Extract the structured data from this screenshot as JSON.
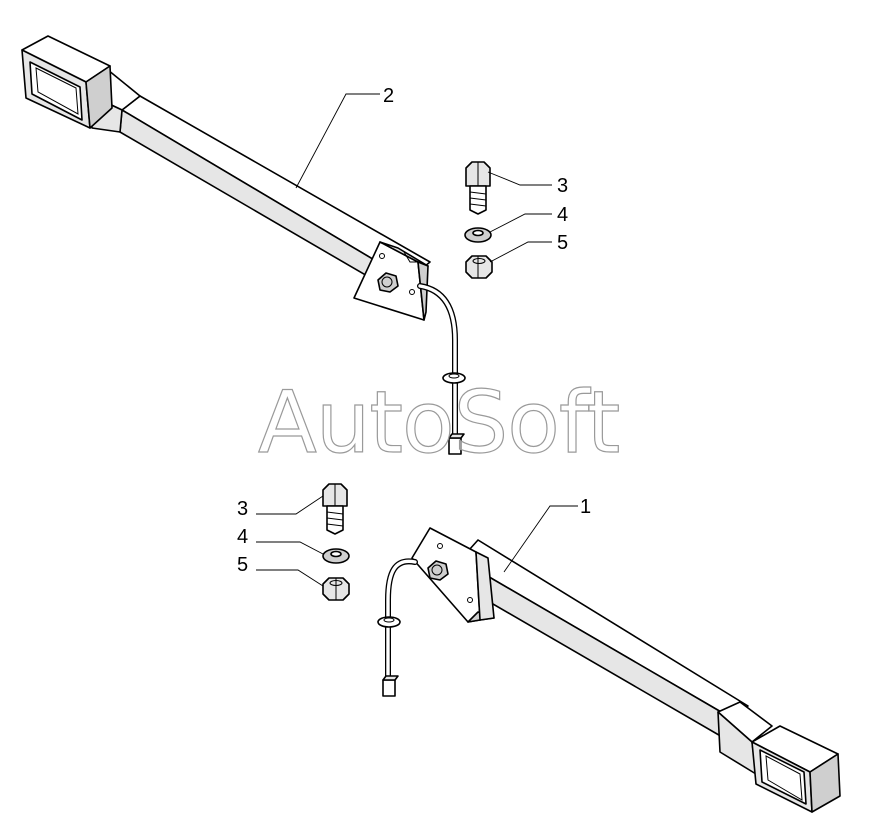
{
  "watermark": "AutoSoft",
  "callouts": {
    "c1": "1",
    "c2": "2",
    "c3a": "3",
    "c4a": "4",
    "c5a": "5",
    "c3b": "3",
    "c4b": "4",
    "c5b": "5"
  }
}
